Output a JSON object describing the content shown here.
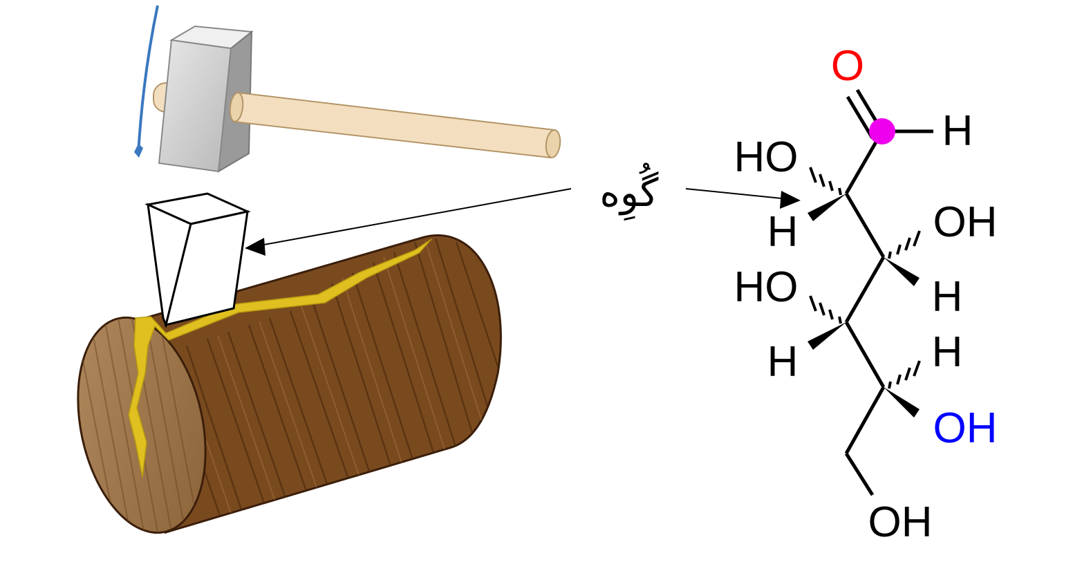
{
  "annotation": {
    "label": "گُوِه"
  },
  "molecule": {
    "atoms": {
      "o_top": "O",
      "h_ald": "H",
      "ho_c2": "HO",
      "h_c2": "H",
      "oh_c3": "OH",
      "h_c3": "H",
      "ho_c4": "HO",
      "h_c4": "H",
      "h_c5": "H",
      "oh_c5": "OH",
      "oh_c6": "OH"
    },
    "colors": {
      "oxygen_highlight": "#ff0000",
      "carbon_highlight": "#ee00ee",
      "hydroxyl_highlight": "#0000ff",
      "bond": "#000000"
    }
  },
  "illustration": {
    "colors": {
      "wood": "#7a4a1f",
      "crack": "#e0c020",
      "hammer_head": "#cfcfcf",
      "handle": "#f3dfc0",
      "motion_arrow": "#3a78c0"
    }
  }
}
